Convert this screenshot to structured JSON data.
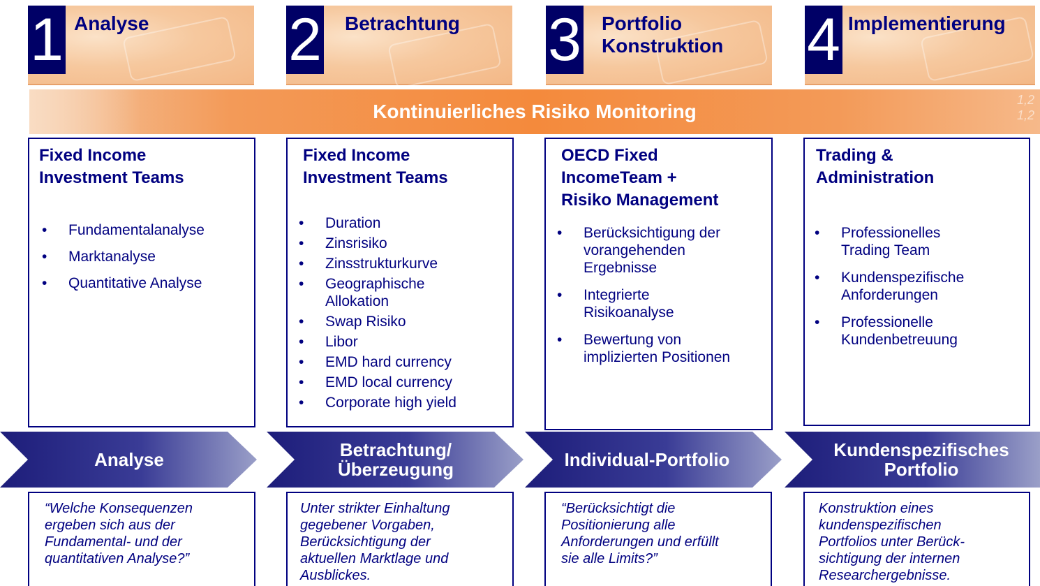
{
  "stages": [
    {
      "num": "1",
      "title": "Analyse"
    },
    {
      "num": "2",
      "title": "Betrachtung"
    },
    {
      "num": "3",
      "title": "Portfolio\nKonstruktion"
    },
    {
      "num": "4",
      "title": "Implementierung"
    }
  ],
  "band": {
    "title": "Kontinuierliches Risiko Monitoring",
    "digits": "1,2\n1,2"
  },
  "panels": [
    {
      "title": "Fixed Income\nInvestment Teams",
      "items": [
        "Fundamentalanalyse",
        "Marktanalyse",
        "Quantitative Analyse"
      ]
    },
    {
      "title": "Fixed Income\nInvestment Teams",
      "items": [
        "Duration",
        "Zinsrisiko",
        "Zinsstrukturkurve",
        "Geographische Allokation",
        "Swap Risiko",
        "Libor",
        "EMD hard currency",
        "EMD local currency",
        "Corporate high yield"
      ]
    },
    {
      "title": "OECD Fixed\nIncomeTeam +\nRisiko Management",
      "items": [
        "Berücksichtigung der vorangehenden Ergebnisse",
        "Integrierte Risikoanalyse",
        "Bewertung von implizierten Positionen"
      ]
    },
    {
      "title": "Trading &\nAdministration",
      "items": [
        "Professionelles Trading Team",
        "Kundenspezifische Anforderungen",
        "Professionelle Kundenbetreuung"
      ]
    }
  ],
  "arrows": [
    {
      "label": "Analyse"
    },
    {
      "label": "Betrachtung/\nÜberzeugung"
    },
    {
      "label": "Individual-Portfolio"
    },
    {
      "label": "Kundenspezifisches\nPortfolio"
    }
  ],
  "quotes": [
    {
      "text": "“Welche Konsequenzen\nergeben sich aus der\nFundamental- und der\nquantitativen Analyse?”"
    },
    {
      "text": "Unter strikter Einhaltung\ngegebener Vorgaben,\nBerücksichtigung der\naktuellen Marktlage und\nAusblickes."
    },
    {
      "text": "“Berücksichtigt die\nPositionierung alle\nAnforderungen und erfüllt\nsie alle Limits?”"
    },
    {
      "text": "Konstruktion eines\nkundenspezifischen\nPortfolios unter Berück-\nsichtigung der internen\nResearchergebnisse."
    }
  ],
  "colors": {
    "navy": "#000080",
    "dark_navy": "#000066",
    "orange": "#f48a3c",
    "peach": "#f6c89e"
  }
}
